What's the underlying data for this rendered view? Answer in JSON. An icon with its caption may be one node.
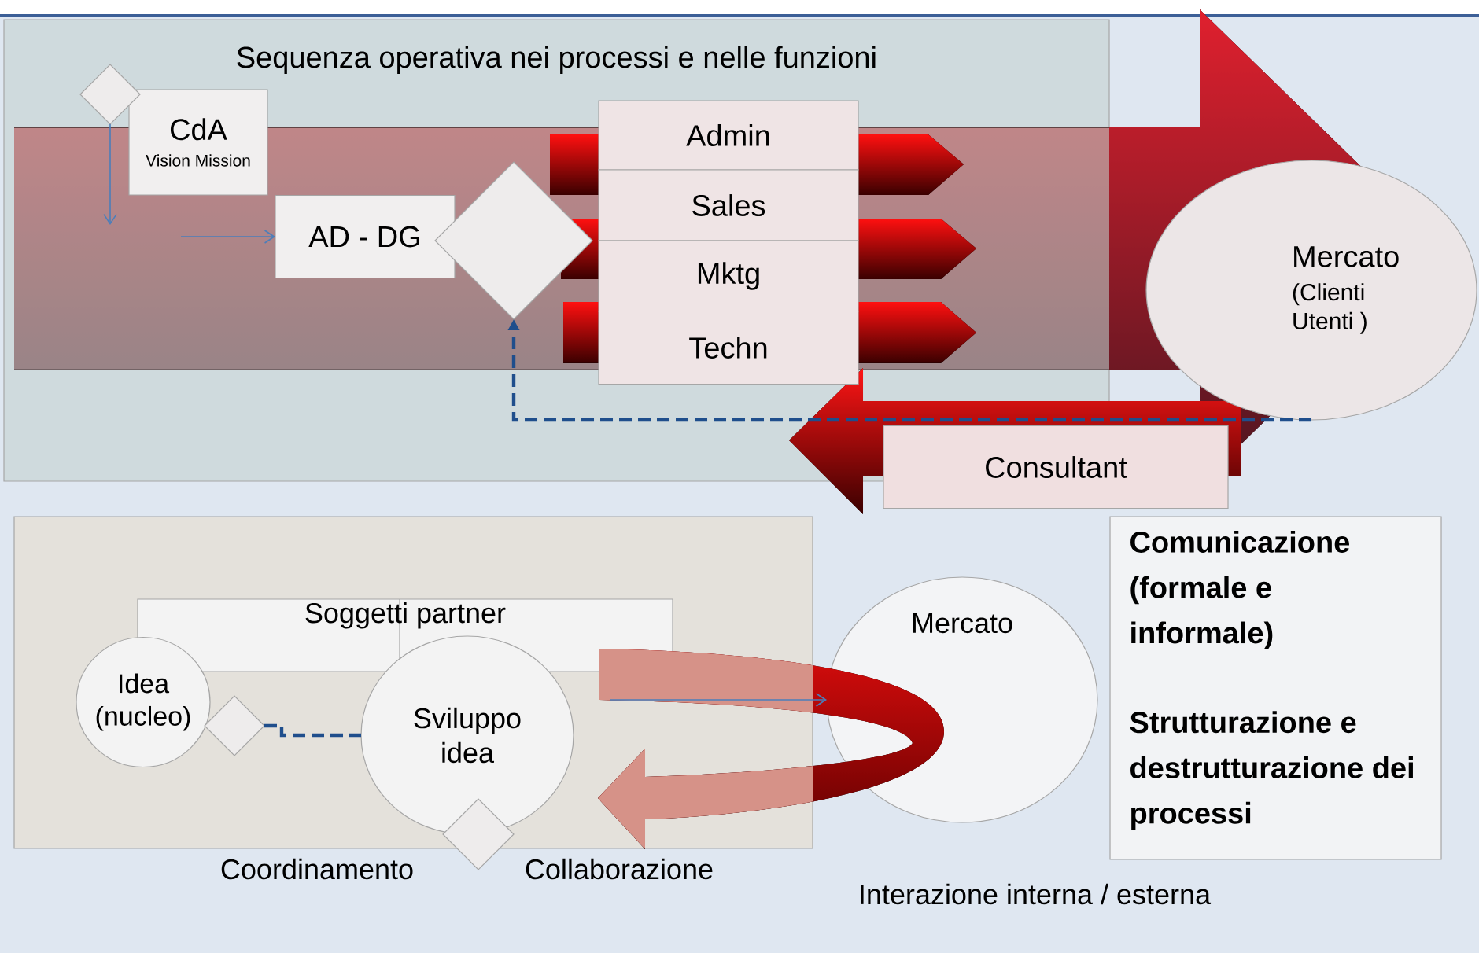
{
  "diagram": {
    "nodes": [
      {
        "text": [
          "Sequenza operativa nei processi e nelle funzioni"
        ]
      },
      {
        "text": [],
        "shape": "diamond",
        "in": 0
      },
      {
        "text": [
          "CdA",
          "Vision Mission"
        ],
        "in": 0
      },
      {
        "text": [
          "AD - DG"
        ],
        "in": 0
      },
      {
        "text": [],
        "shape": "diamond",
        "in": 0
      },
      {
        "text": [
          "Admin"
        ],
        "in": 0
      },
      {
        "text": [
          "Sales"
        ],
        "in": 0
      },
      {
        "text": [
          "Mktg"
        ],
        "in": 0
      },
      {
        "text": [
          "Techn"
        ],
        "in": 0
      },
      {
        "text": [
          "Mercato",
          "(Clienti Utenti )"
        ]
      },
      {
        "text": [
          "Consultant"
        ]
      },
      {
        "text": [],
        "shape": "box"
      },
      {
        "text": [
          "Soggetti partner"
        ],
        "in": 11
      },
      {
        "text": [
          "Idea (nucleo)"
        ],
        "in": 11
      },
      {
        "text": [],
        "shape": "diamond",
        "in": 11
      },
      {
        "text": [
          "Sviluppo idea"
        ],
        "in": 11
      },
      {
        "text": [],
        "shape": "diamond"
      },
      {
        "text": [
          "Mercato"
        ]
      },
      {
        "text": [
          "Comunicazione (formale e informale)",
          "Strutturazione e destrutturazione dei processi"
        ]
      }
    ],
    "edges": [
      {
        "from": 1,
        "to": null,
        "arrow": "to"
      },
      {
        "from": null,
        "to": 3,
        "arrow": "to"
      },
      {
        "from": 9,
        "to": 4,
        "arrow": "to",
        "style": "dashed",
        "color": "#1f4e8c"
      },
      {
        "from": 14,
        "to": 15,
        "arrow": "none",
        "style": "dashed",
        "color": "#1f4e8c"
      },
      {
        "from": null,
        "to": 17,
        "arrow": "to"
      }
    ],
    "labels": [
      "Coordinamento",
      "Collaborazione",
      "Interazione interna / esterna"
    ]
  }
}
